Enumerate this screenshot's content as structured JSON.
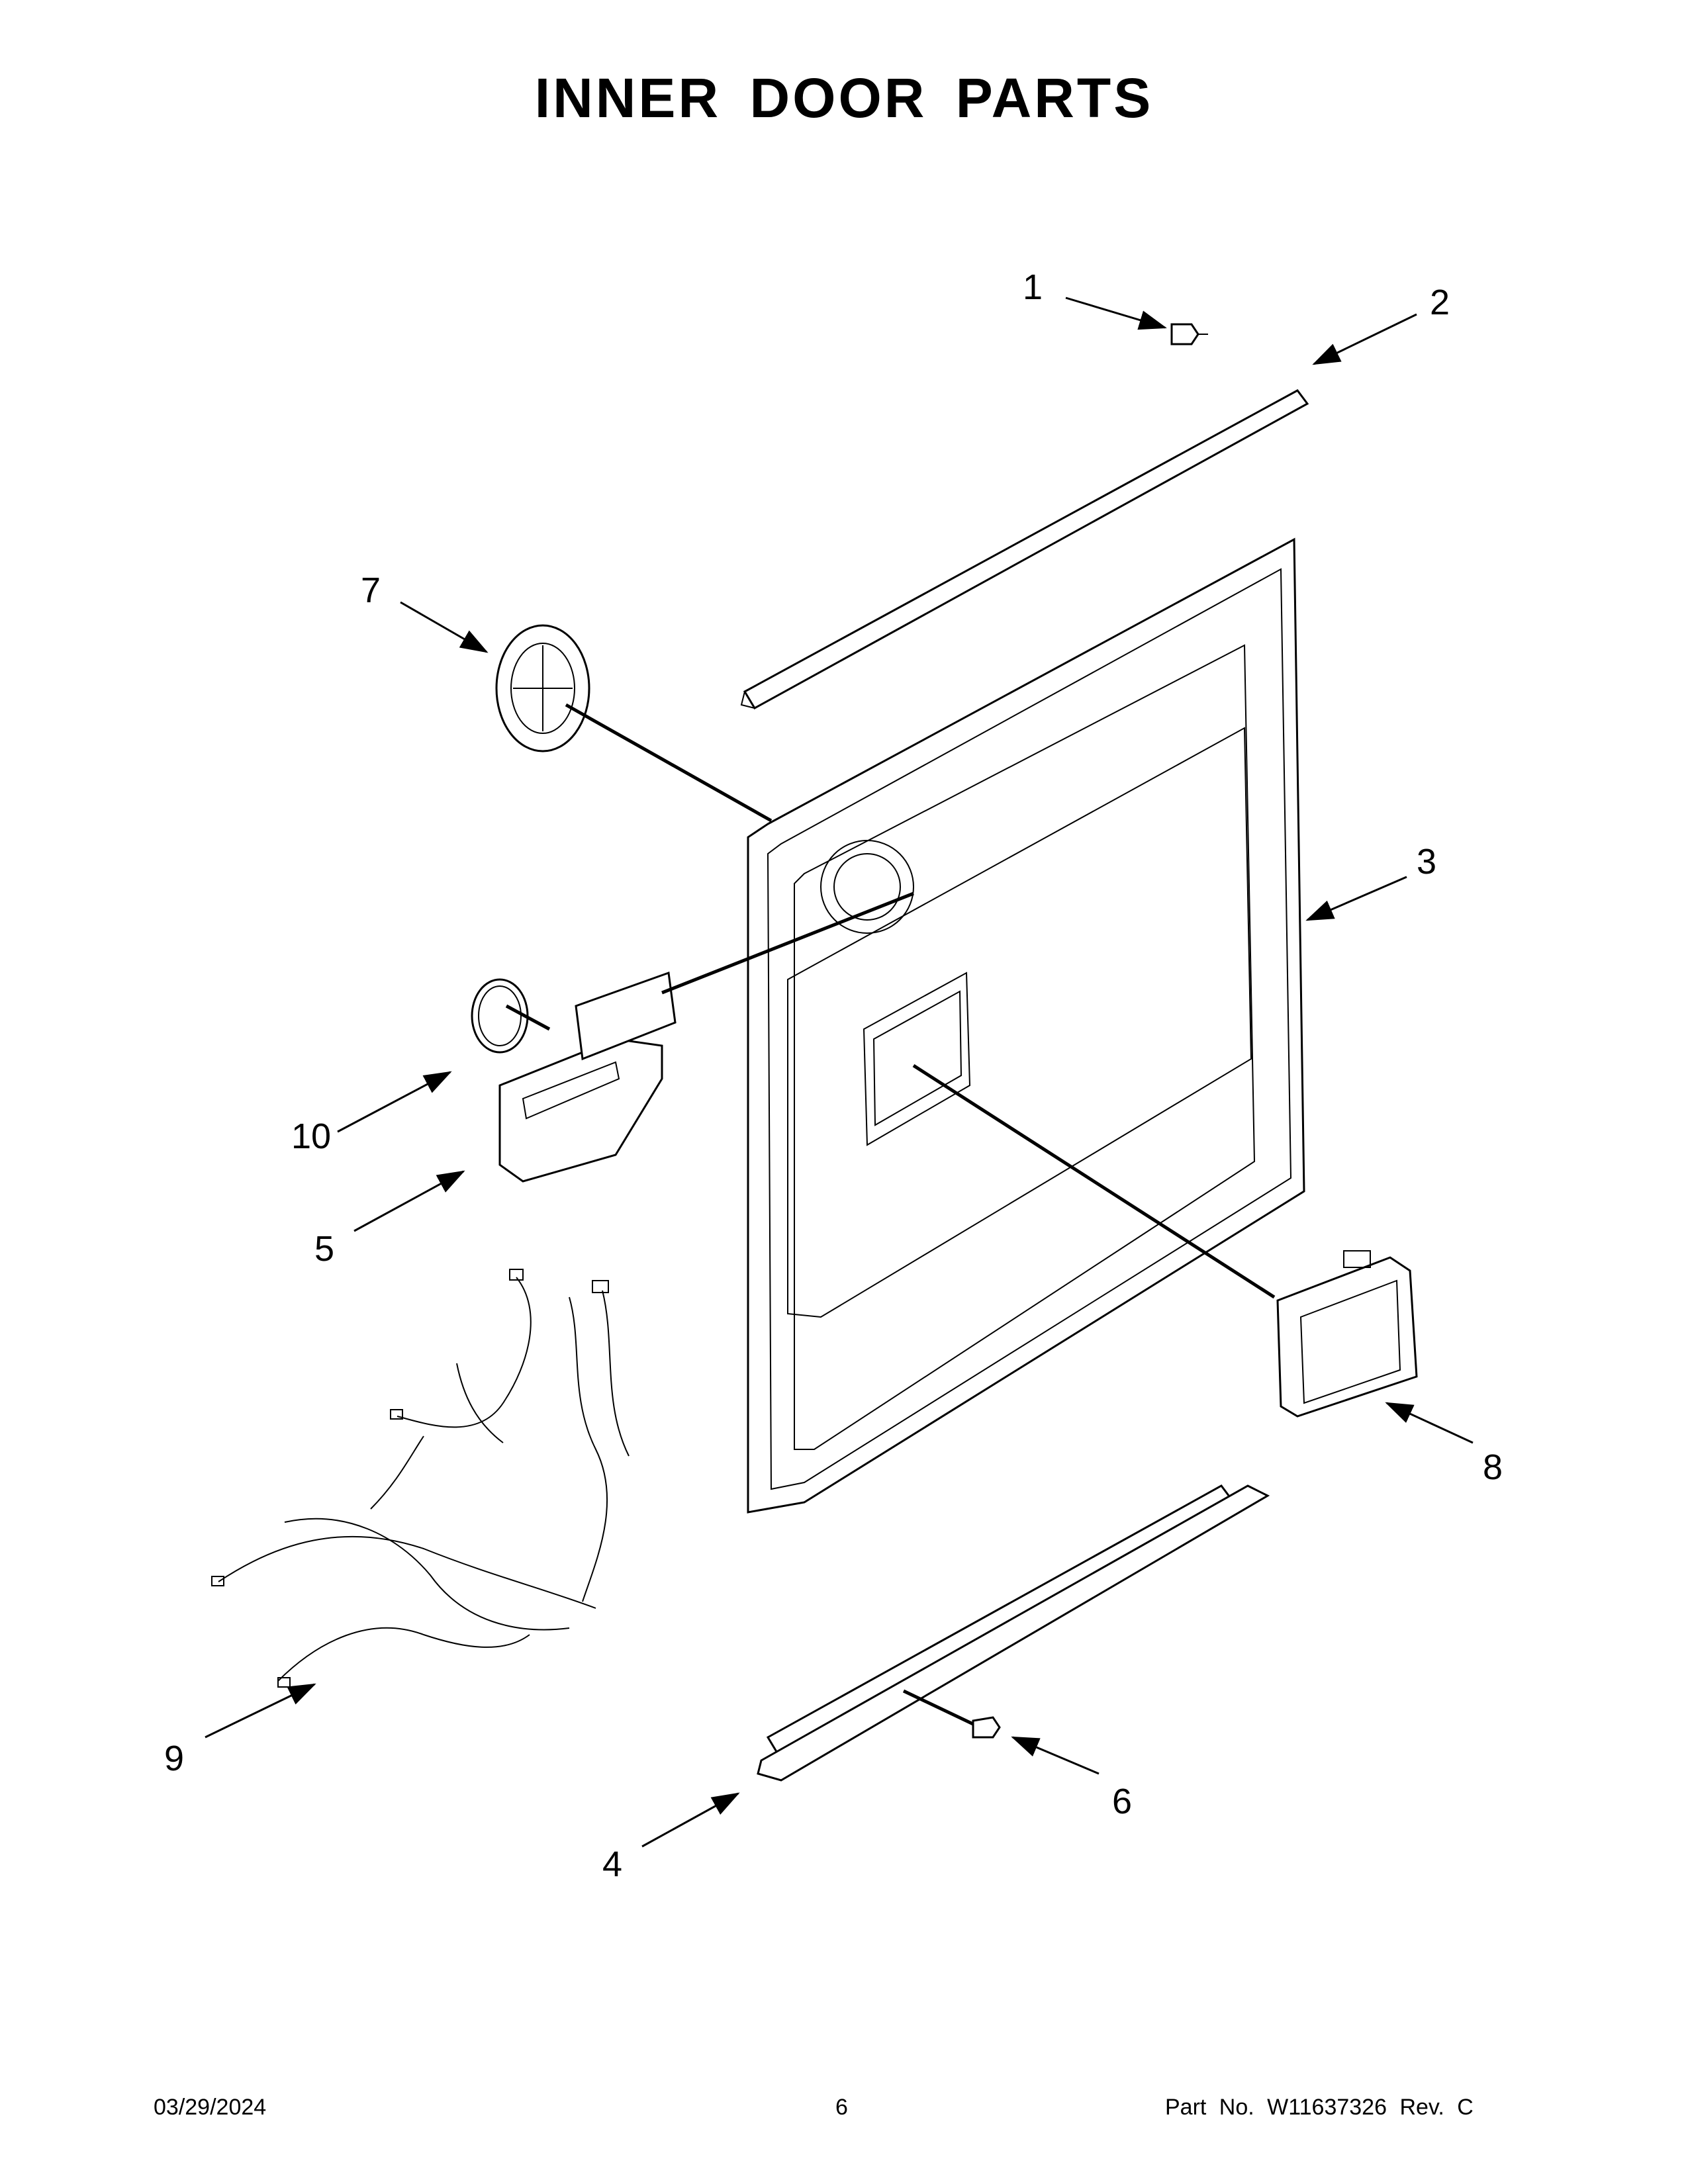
{
  "title": "INNER DOOR PARTS",
  "callouts": [
    {
      "id": "1",
      "label": "1"
    },
    {
      "id": "2",
      "label": "2"
    },
    {
      "id": "3",
      "label": "3"
    },
    {
      "id": "4",
      "label": "4"
    },
    {
      "id": "5",
      "label": "5"
    },
    {
      "id": "6",
      "label": "6"
    },
    {
      "id": "7",
      "label": "7"
    },
    {
      "id": "8",
      "label": "8"
    },
    {
      "id": "9",
      "label": "9"
    },
    {
      "id": "10",
      "label": "10"
    }
  ],
  "footer": {
    "date": "03/29/2024",
    "page": "6",
    "part": "Part No.  W11637326  Rev.  C"
  }
}
